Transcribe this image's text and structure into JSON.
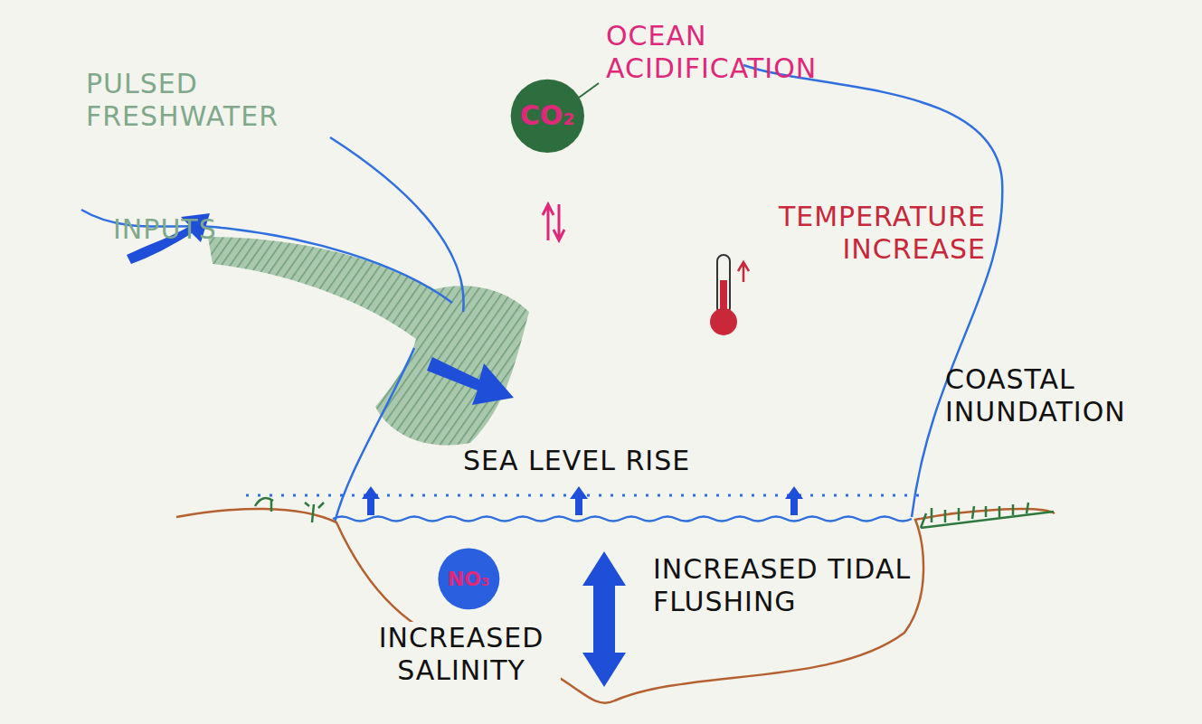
{
  "diagram": {
    "nodes": [
      {
        "text": [
          "CO₂"
        ]
      },
      {
        "text": [
          "NO₃"
        ]
      }
    ],
    "labels": [
      "PULSED FRESHWATER",
      "INPUTS",
      "OCEAN ACIDIFICATION",
      "TEMPERATURE INCREASE",
      "COASTAL INUNDATION",
      "SEA LEVEL RISE",
      "INCREASED TIDAL FLUSHING",
      "INCREASED SALINITY"
    ]
  }
}
